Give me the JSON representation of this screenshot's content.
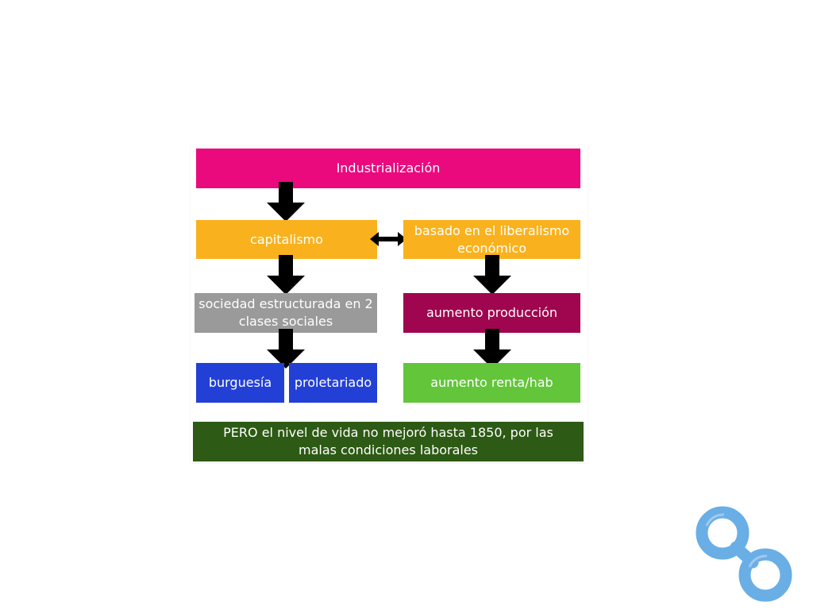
{
  "diagram": {
    "industrializacion": {
      "label": "Industrialización",
      "color": "#ea0a7e"
    },
    "capitalismo": {
      "label": "capitalismo",
      "color": "#f9b21d"
    },
    "liberalismo": {
      "label": "basado en el liberalismo económico",
      "color": "#f9b21d"
    },
    "sociedad": {
      "label": "sociedad estructurada en 2 clases sociales",
      "color": "#9a9a9a"
    },
    "produccion": {
      "label": "aumento producción",
      "color": "#a0064f"
    },
    "burguesia": {
      "label": "burguesía",
      "color": "#2340d6"
    },
    "proletariado": {
      "label": "proletariado",
      "color": "#2340d6"
    },
    "renta": {
      "label": "aumento renta/hab",
      "color": "#63c53a"
    },
    "conclusion": {
      "label": "PERO el nivel de vida no mejoró hasta 1850, por las malas condiciones laborales",
      "color": "#2d5a14"
    },
    "arrow_color": "#000000"
  },
  "decoration": {
    "logo_icon": "chain-link-icon",
    "logo_color": "#6aaee6"
  }
}
